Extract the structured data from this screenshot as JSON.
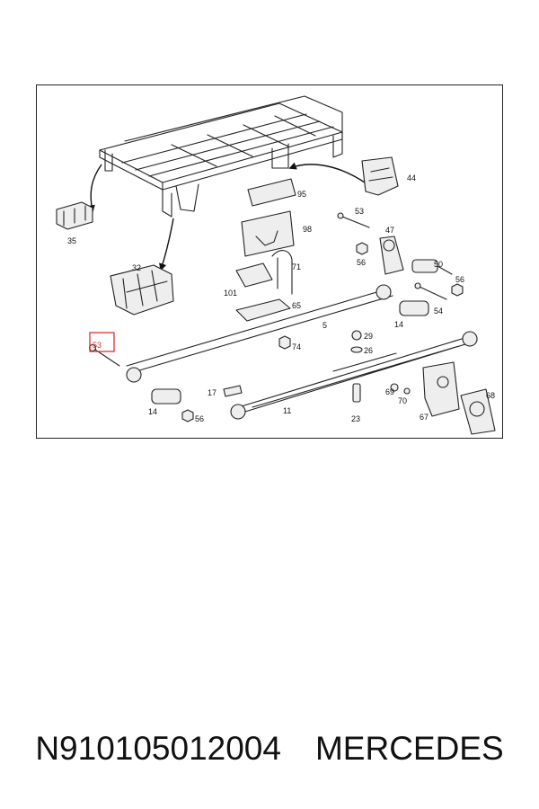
{
  "diagram": {
    "highlight_color": "#e03030",
    "labels": {
      "p35": "35",
      "p32": "32",
      "p95": "95",
      "p98": "98",
      "p44": "44",
      "p53a": "53",
      "p47": "47",
      "p56a": "56",
      "p50": "50",
      "p56b": "56",
      "p101": "101",
      "p71": "71",
      "p65": "65",
      "p5": "5",
      "p14a": "14",
      "p54": "54",
      "p53b": "53",
      "p74": "74",
      "p29": "29",
      "p26": "26",
      "p69": "69",
      "p70": "70",
      "p17": "17",
      "p11": "11",
      "p68": "68",
      "p67": "67",
      "p23": "23",
      "p14b": "14",
      "p56c": "56"
    }
  },
  "caption": {
    "part_number": "N910105012004",
    "brand": "MERCEDES"
  }
}
